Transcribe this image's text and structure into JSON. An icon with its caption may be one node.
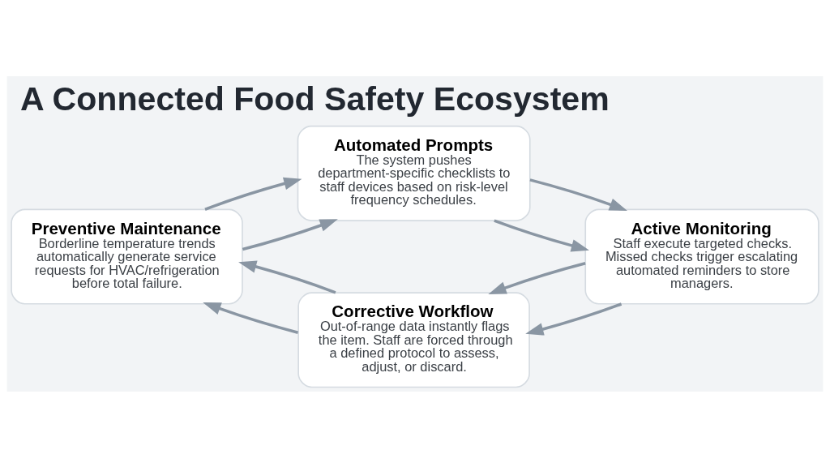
{
  "diagram": {
    "title": "A Connected Food Safety Ecosystem",
    "nodes": [
      {
        "text": [
          "Automated Prompts",
          "The system pushes department-specific checklists to staff devices based on risk-level frequency schedules."
        ]
      },
      {
        "text": [
          "Active Monitoring",
          "Staff execute targeted checks. Missed checks trigger escalating automated reminders to store managers."
        ]
      },
      {
        "text": [
          "Corrective Workflow",
          "Out-of-range data instantly flags the item. Staff are forced through a defined protocol to assess, adjust, or discard."
        ]
      },
      {
        "text": [
          "Preventive Maintenance",
          "Borderline temperature trends automatically generate service requests for HVAC/refrigeration before total failure."
        ]
      }
    ],
    "edges": [
      {
        "from": 0,
        "to": 1,
        "arrow": "to"
      },
      {
        "from": 0,
        "to": 1,
        "arrow": "to"
      },
      {
        "from": 1,
        "to": 2,
        "arrow": "to"
      },
      {
        "from": 1,
        "to": 2,
        "arrow": "to"
      },
      {
        "from": 2,
        "to": 3,
        "arrow": "to"
      },
      {
        "from": 2,
        "to": 3,
        "arrow": "to"
      },
      {
        "from": 3,
        "to": 0,
        "arrow": "to"
      },
      {
        "from": 3,
        "to": 0,
        "arrow": "to"
      }
    ]
  }
}
